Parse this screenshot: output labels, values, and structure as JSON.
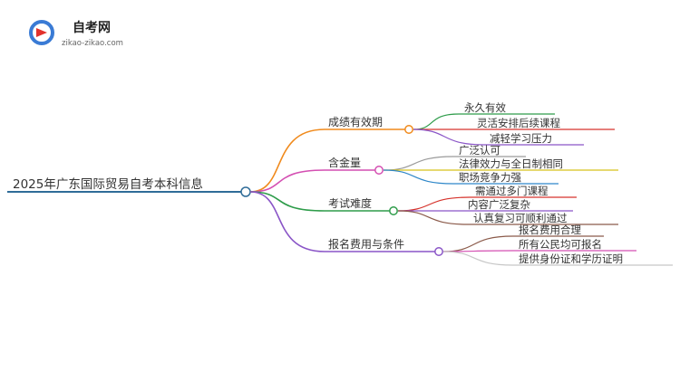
{
  "logo": {
    "title": "自考网",
    "subtitle": "zikao-zikao.com",
    "colors": {
      "primary": "#3a7bd5",
      "accent": "#e2312c"
    }
  },
  "mindmap": {
    "root": {
      "label": "2025年广东国际贸易自考本科信息",
      "color": "#2f6c98"
    },
    "branches": [
      {
        "label": "成绩有效期",
        "color": "#f08a1c",
        "children": [
          {
            "label": "永久有效",
            "color": "#2e9c4a"
          },
          {
            "label": "灵活安排后续课程",
            "color": "#d6332c"
          },
          {
            "label": "减轻学习压力",
            "color": "#8a55c7"
          }
        ]
      },
      {
        "label": "含金量",
        "color": "#d44fb2",
        "children": [
          {
            "label": "广泛认可",
            "color": "#9a9a9a"
          },
          {
            "label": "法律效力与全日制相同",
            "color": "#d7c21a"
          },
          {
            "label": "职场竞争力强",
            "color": "#2f87c9"
          }
        ]
      },
      {
        "label": "考试难度",
        "color": "#2e9c4a",
        "children": [
          {
            "label": "需通过多门课程",
            "color": "#d6332c"
          },
          {
            "label": "内容广泛复杂",
            "color": "#8a55c7"
          },
          {
            "label": "认真复习可顺利通过",
            "color": "#8b5a4a"
          }
        ]
      },
      {
        "label": "报名费用与条件",
        "color": "#8a55c7",
        "children": [
          {
            "label": "报名费用合理",
            "color": "#8b5a4a"
          },
          {
            "label": "所有公民均可报名",
            "color": "#d44fb2"
          },
          {
            "label": "提供身份证和学历证明",
            "color": "#c7c7c7"
          }
        ]
      }
    ]
  }
}
